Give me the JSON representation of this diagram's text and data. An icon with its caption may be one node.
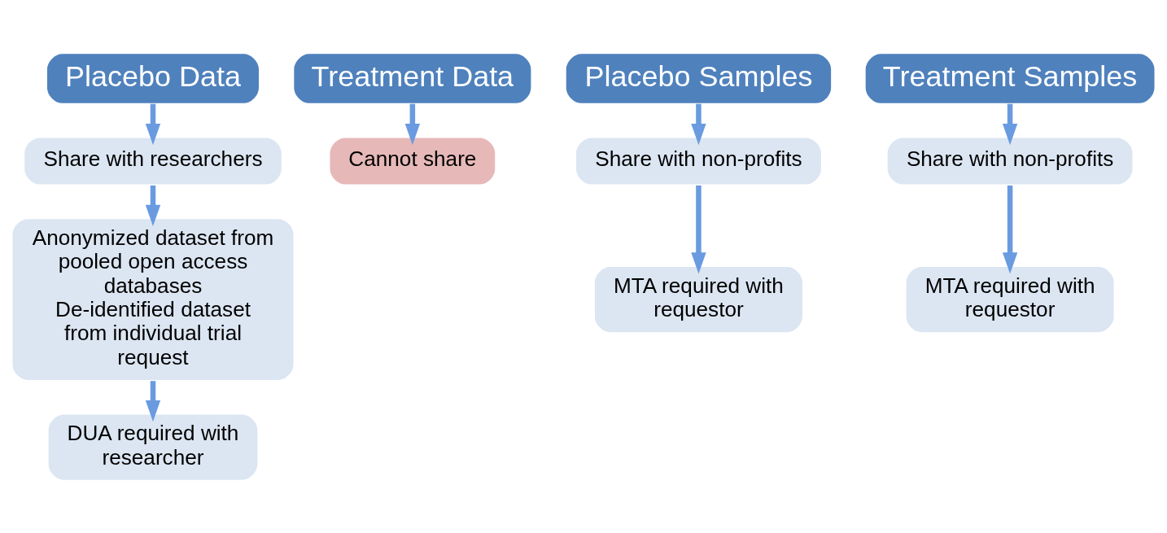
{
  "diagram": {
    "nodes": [
      {
        "text": [
          "Placebo Data"
        ]
      },
      {
        "text": [
          "Share with researchers"
        ]
      },
      {
        "text": [
          "Anonymized dataset from pooled open access databases",
          "De-identified dataset from individual trial request"
        ]
      },
      {
        "text": [
          "DUA required with researcher"
        ]
      },
      {
        "text": [
          "Treatment Data"
        ]
      },
      {
        "text": [
          "Cannot share"
        ]
      },
      {
        "text": [
          "Placebo Samples"
        ]
      },
      {
        "text": [
          "Share with non-profits"
        ]
      },
      {
        "text": [
          "MTA required with requestor"
        ]
      },
      {
        "text": [
          "Treatment Samples"
        ]
      },
      {
        "text": [
          "Share with non-profits"
        ]
      },
      {
        "text": [
          "MTA required with requestor"
        ]
      }
    ],
    "edges": [
      {
        "from": 0,
        "to": 1,
        "arrow": "to"
      },
      {
        "from": 1,
        "to": 2,
        "arrow": "to"
      },
      {
        "from": 2,
        "to": 3,
        "arrow": "to"
      },
      {
        "from": 4,
        "to": 5,
        "arrow": "to"
      },
      {
        "from": 6,
        "to": 7,
        "arrow": "to"
      },
      {
        "from": 7,
        "to": 8,
        "arrow": "to"
      },
      {
        "from": 9,
        "to": 10,
        "arrow": "to"
      },
      {
        "from": 10,
        "to": 11,
        "arrow": "to"
      }
    ]
  }
}
